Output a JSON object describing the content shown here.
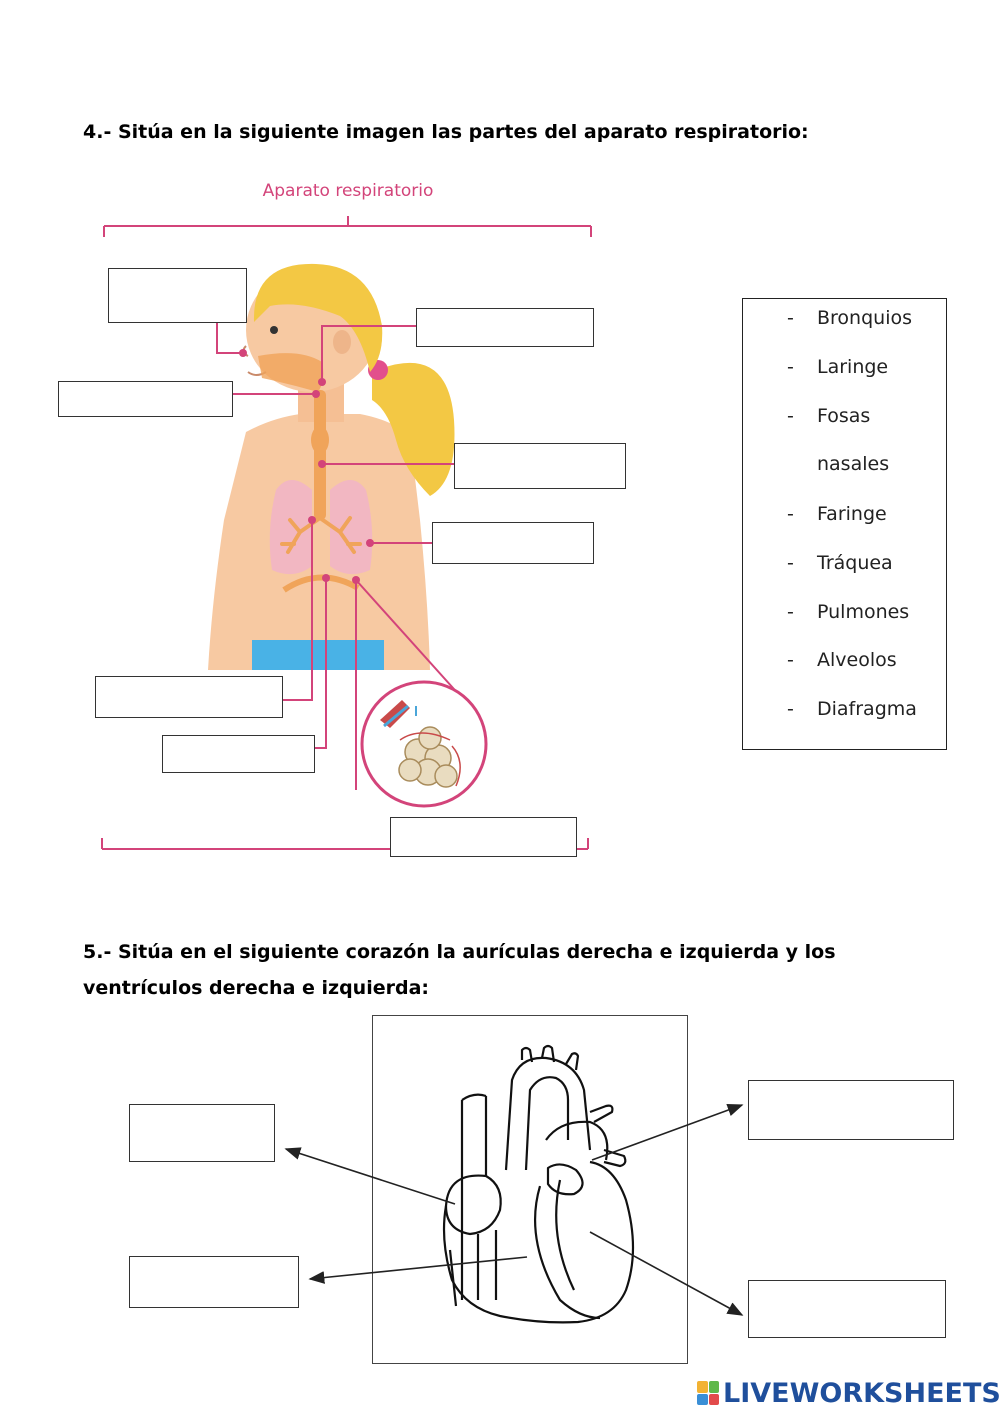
{
  "question4": {
    "title": "4.- Sitúa en la siguiente imagen las partes del aparato respiratorio:"
  },
  "diagram": {
    "title": "Aparato respiratorio"
  },
  "word_bank": {
    "items": [
      "Bronquios",
      "Laringe",
      "Fosas",
      "nasales",
      "Faringe",
      "Tráquea",
      "Pulmones",
      "Alveolos",
      "Diafragma"
    ],
    "dash": "-"
  },
  "question5": {
    "line1": "5.- Sitúa en el siguiente corazón la aurículas derecha e izquierda y los",
    "line2": "ventrículos derecha e izquierda:"
  },
  "colors": {
    "accent": "#d3447a",
    "skin": "#f7c9a2",
    "hair": "#f3c844",
    "lungs": "#f2b7c2",
    "airway": "#f0a45a",
    "pants": "#49b2e6"
  },
  "footer": {
    "brand": "LIVEWORKSHEETS"
  }
}
